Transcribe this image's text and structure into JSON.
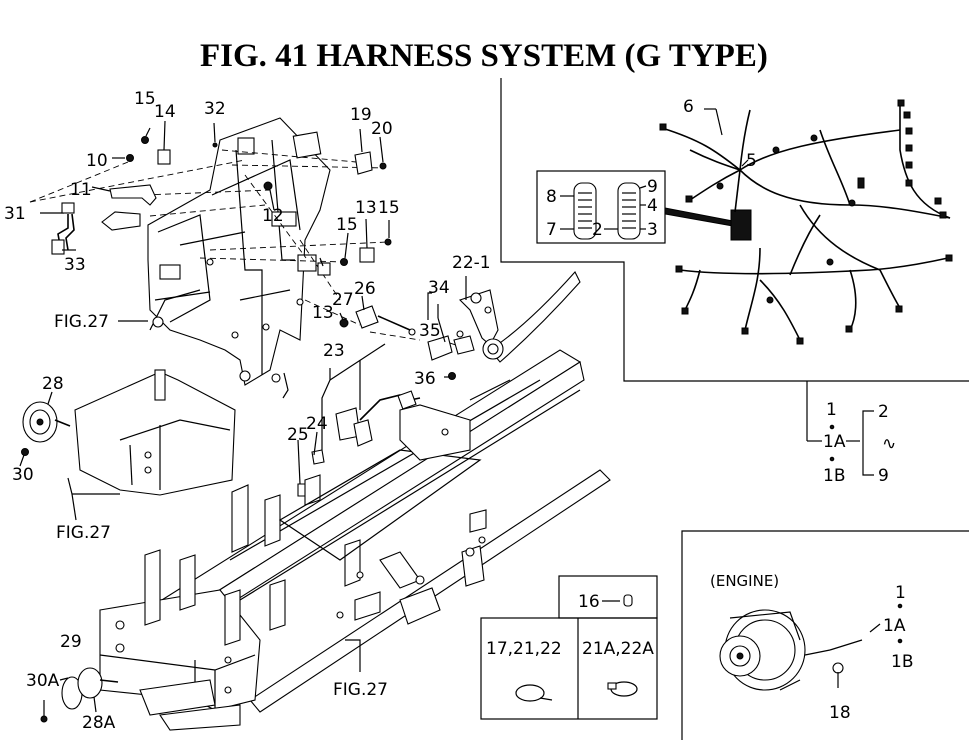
{
  "title": "FIG. 41  HARNESS SYSTEM (G TYPE)",
  "callouts": {
    "c1": "1",
    "c1a": "1A",
    "c1b": "1B",
    "c2": "2",
    "c3": "3",
    "c4": "4",
    "c5": "5",
    "c6": "6",
    "c7": "7",
    "c8": "8",
    "c9": "9",
    "c10": "10",
    "c11": "11",
    "c12": "12",
    "c13a": "13",
    "c13b": "13",
    "c14": "14",
    "c15a": "15",
    "c15b": "15",
    "c15c": "15",
    "c16": "16",
    "c17_21_22": "17,21,22",
    "c18": "18",
    "c19": "19",
    "c20": "20",
    "c21a_22a": "21A,22A",
    "c22_1": "22-1",
    "c23": "23",
    "c24": "24",
    "c25": "25",
    "c26": "26",
    "c27": "27",
    "c28": "28",
    "c28a": "28A",
    "c29": "29",
    "c30": "30",
    "c30a": "30A",
    "c31": "31",
    "c32": "32",
    "c33": "33",
    "c34": "34",
    "c35": "35",
    "c36": "36"
  },
  "legend": {
    "one": "1",
    "one_a": "1A",
    "one_b": "1B",
    "two": "2",
    "tilde": "∿",
    "nine": "9"
  },
  "engine": {
    "label": "(ENGINE)",
    "one": "1",
    "one_a": "1A",
    "one_b": "1B",
    "eighteen": "18"
  },
  "fig_refs": {
    "r1": "FIG.27",
    "r2": "FIG.27",
    "r3": "FIG.27"
  }
}
